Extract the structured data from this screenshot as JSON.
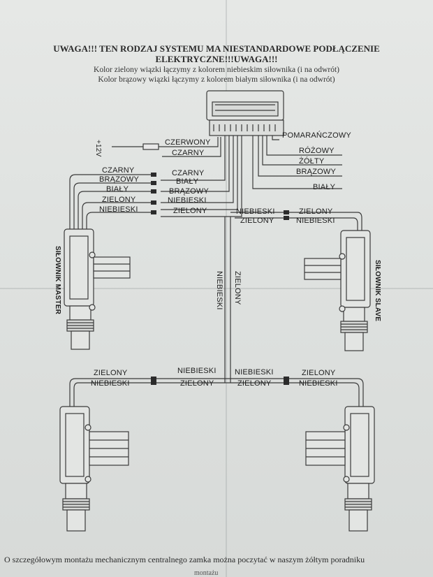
{
  "header": {
    "warning_line1": "UWAGA!!! TEN RODZAJ SYSTEMU MA NIESTANDARDOWE PODŁĄCZENIE",
    "warning_line2": "ELEKTRYCZNE!!!UWAGA!!!",
    "note_green": "Kolor zielony wiązki łączymy z kolorem niebieskim siłownika (i na odwrót)",
    "note_brown": "Kolor brązowy wiązki łączymy z kolorem białym siłownika (i na odwrót)"
  },
  "power": {
    "voltage": "+12V",
    "wire_red": "CZERWONY",
    "wire_black": "CZARNY"
  },
  "connector_outputs": {
    "orange": "POMARAŃCZOWY",
    "pink": "RÓŻOWY",
    "yellow": "ŻÓŁTY",
    "brown": "BRĄZOWY",
    "white": "BIAŁY"
  },
  "master_left_labels": [
    "CZARNY",
    "BRĄZOWY",
    "BIAŁY",
    "ZIELONY",
    "NIEBIESKI"
  ],
  "master_right_labels": [
    "CZARNY",
    "BIAŁY",
    "BRĄZOWY",
    "NIEBIESKI",
    "ZIELONY"
  ],
  "slave_top": {
    "left_upper": "NIEBIESKI",
    "left_lower": "ZIELONY",
    "right_upper": "ZIELONY",
    "right_lower": "NIEBIESKI"
  },
  "actuator_master": "SIŁOWNIK MASTER",
  "actuator_slave": "SIŁOWNIK SLAVE",
  "trunk_labels": {
    "left": "NIEBIESKI",
    "right": "ZIELONY"
  },
  "bottom_row": {
    "l1_upper": "ZIELONY",
    "l1_lower": "NIEBIESKI",
    "l2_upper": "NIEBIESKI",
    "l2_lower": "ZIELONY",
    "r1_upper": "NIEBIESKI",
    "r1_lower": "ZIELONY",
    "r2_upper": "ZIELONY",
    "r2_lower": "NIEBIESKI"
  },
  "footer": {
    "text": "O szczegółowym montażu mechanicznym centralnego zamka można poczytać w naszym żółtym poradniku",
    "continuation": "montażu"
  }
}
